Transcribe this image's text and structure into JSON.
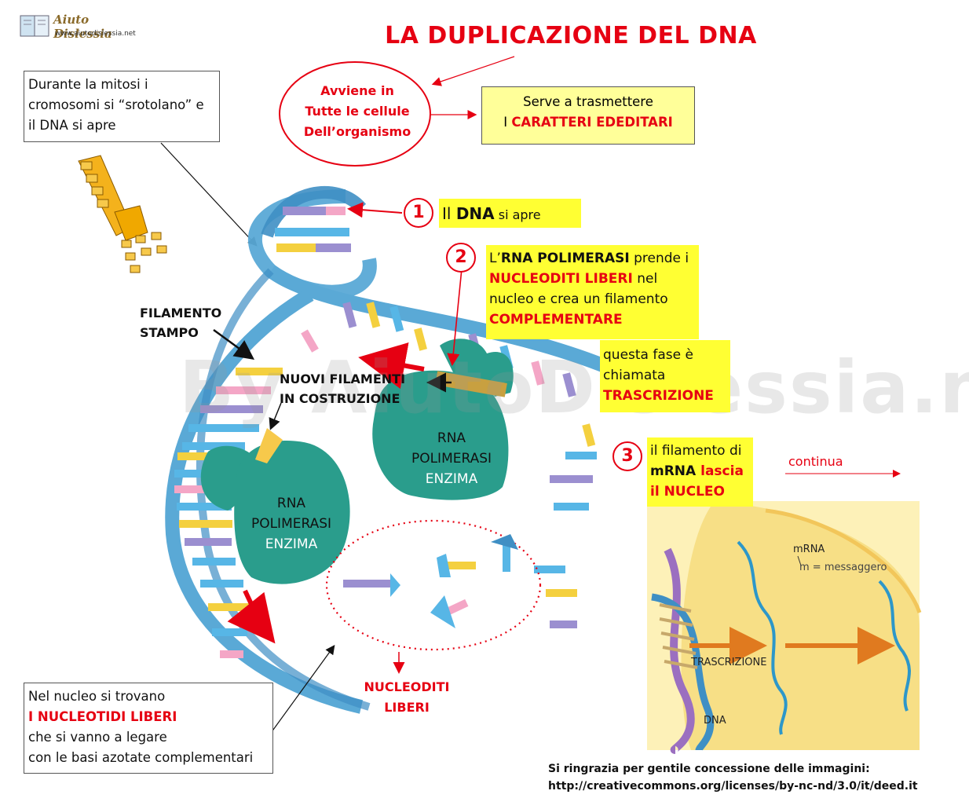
{
  "logo": {
    "brand": "Aiuto Dislessia",
    "url": "www.aiutodislessia.net"
  },
  "title": "LA DUPLICAZIONE DEL DNA",
  "intro_box": {
    "line1": "Durante la mitosi i",
    "line2": "cromosomi si “srotolano” e",
    "line3": "il DNA si apre"
  },
  "avviene": {
    "line1": "Avviene in",
    "line2": "Tutte le cellule",
    "line3": "Dell’organismo"
  },
  "serve": {
    "line1": "Serve a trasmettere",
    "prefix": "I ",
    "highlight": "CARATTERI EDEDITARI"
  },
  "steps": [
    {
      "number": "1",
      "pre": "Il ",
      "bold": "DNA",
      "post": " si apre"
    },
    {
      "number": "2",
      "l1_pre": "L’",
      "l1_bold": "RNA POLIMERASI",
      "l1_post": " prende i",
      "l2_red": "NUCLEODITI LIBERI",
      "l2_post": " nel",
      "l3": "nucleo e crea un filamento",
      "l4_red": "COMPLEMENTARE"
    },
    {
      "number": "3",
      "l1": "il filamento di",
      "l2_bold": "mRNA",
      "l2_red": " lascia",
      "l3_red": "il NUCLEO"
    }
  ],
  "fase": {
    "l1": "questa fase è",
    "l2": "chiamata",
    "l3": "TRASCRIZIONE"
  },
  "continua": "continua",
  "labels": {
    "filamento1": "FILAMENTO",
    "filamento2": "STAMPO",
    "nuovi1": "NUOVI FILAMENTI",
    "nuovi2": "IN COSTRUZIONE",
    "enzyme_a1": "RNA",
    "enzyme_a2": "POLIMERASI",
    "enzyme_a3": "ENZIMA",
    "enzyme_b1": "RNA",
    "enzyme_b2": "POLIMERASI",
    "enzyme_b3": "ENZIMA",
    "nucleo1": "NUCLEODITI",
    "nucleo2": "LIBERI"
  },
  "inset": {
    "mrna": "mRNA",
    "messaggero": "m = messaggero",
    "trascrizione": "TRASCRIZIONE",
    "dna": "DNA"
  },
  "bottom_box": {
    "l1": "Nel nucleo si trovano",
    "l2": "I NUCLEOTIDI LIBERI",
    "l3": "che si vanno a legare",
    "l4": "con le basi azotate complementari"
  },
  "credits": {
    "l1": "Si ringrazia per gentile concessione delle immagini:",
    "l2": "http://creativecommons.org/licenses/by-nc-nd/3.0/it/deed.it"
  },
  "watermark": "By AiutoDislessia.net",
  "colors": {
    "accent": "#e60012",
    "highlight": "#ffff33",
    "enzyme": "#2a9d8c",
    "helix": "#5aa9d6"
  }
}
